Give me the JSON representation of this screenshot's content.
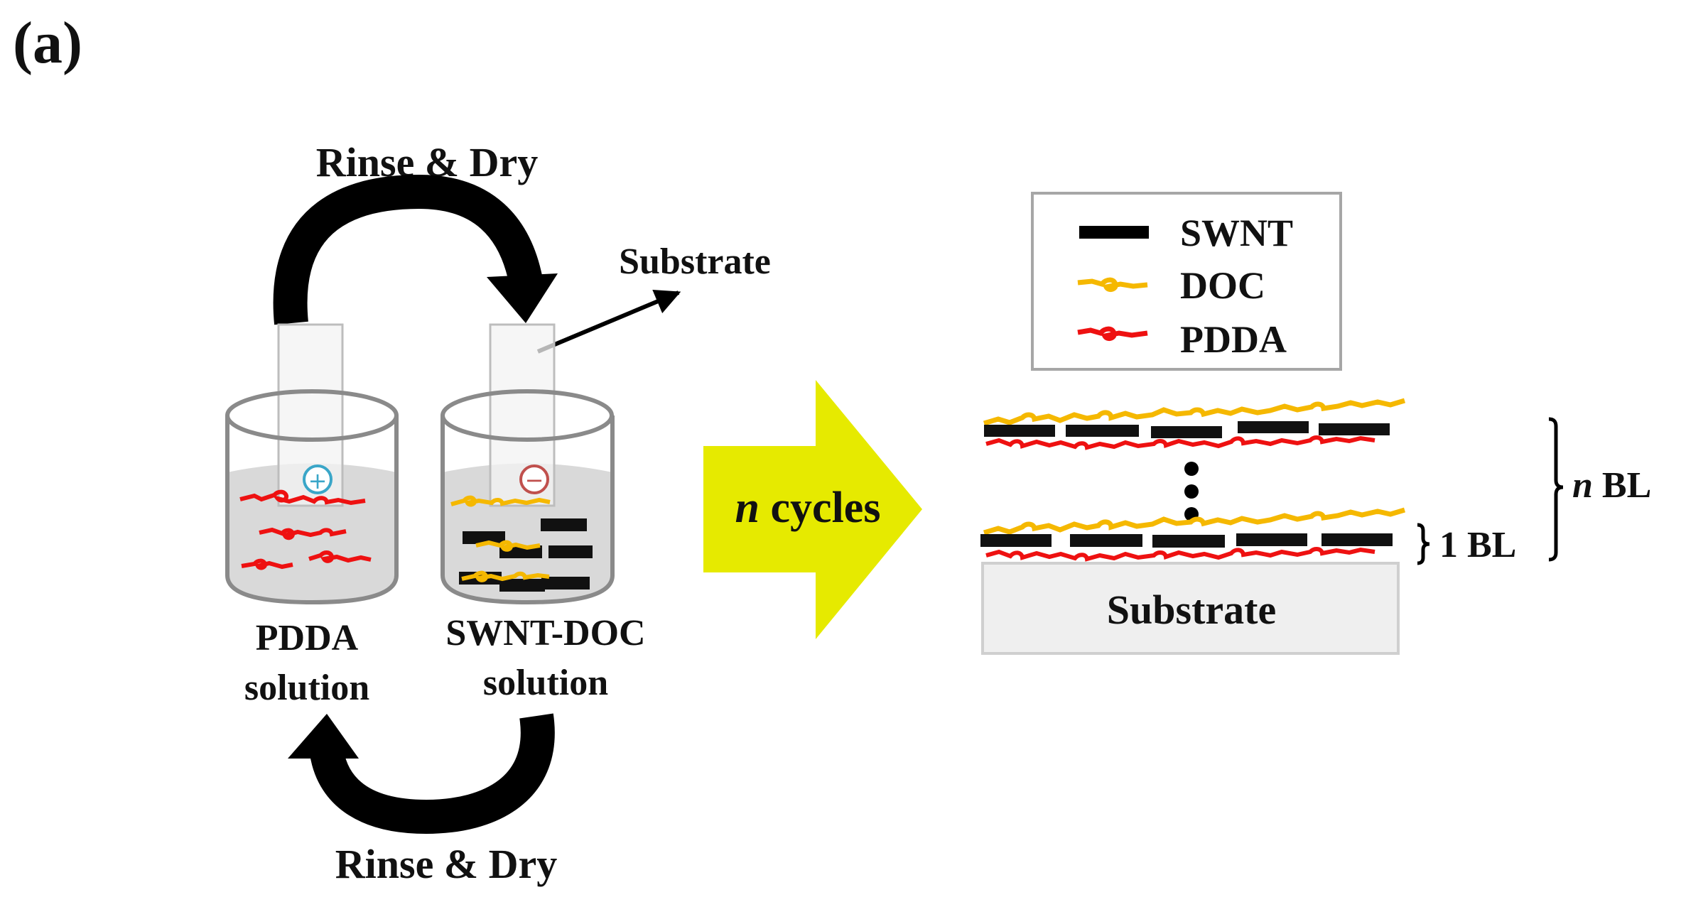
{
  "panel_label": "(a)",
  "process": {
    "top_arrow_label": "Rinse & Dry",
    "bottom_arrow_label": "Rinse & Dry",
    "substrate_callout": "Substrate",
    "beaker_left": {
      "line1": "PDDA",
      "line2": "solution",
      "charge": "+"
    },
    "beaker_right": {
      "line1": "SWNT-DOC",
      "line2": "solution",
      "charge": "−"
    },
    "cycles_italic": "n",
    "cycles_text": " cycles"
  },
  "legend": {
    "items": [
      {
        "label": "SWNT",
        "color": "#000000"
      },
      {
        "label": "DOC",
        "color": "#f5b800"
      },
      {
        "label": "PDDA",
        "color": "#ee1111"
      }
    ]
  },
  "film": {
    "substrate_label": "Substrate",
    "one_bl_label": "1 BL",
    "n_bl_italic": "n",
    "n_bl_text": " BL"
  },
  "colors": {
    "yellow_arrow": "#e6ea00",
    "plus": "#3aa6c8",
    "minus": "#c0504d",
    "solution": "#d9d9d9",
    "substrate_fill": "#efefef"
  }
}
